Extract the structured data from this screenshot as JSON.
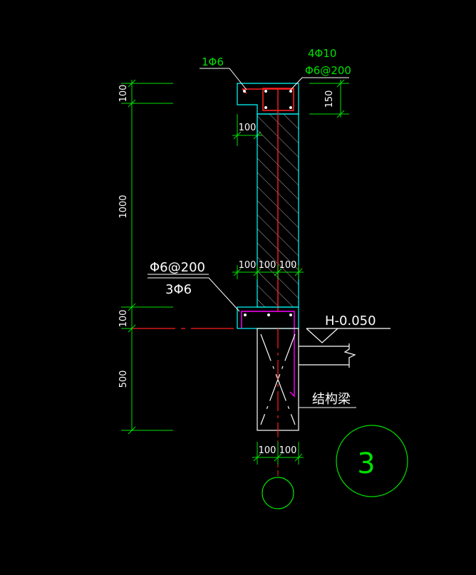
{
  "rebar_notes": {
    "top_left": "1Φ6",
    "top_right_main": "4Φ10",
    "top_right_stirrup": "Φ6@200",
    "bottom_stirrup": "Φ6@200",
    "bottom_main": "3Φ6"
  },
  "dimensions": {
    "left_top": "100",
    "left_wall": "1000",
    "left_mid": "100",
    "left_bottom": "500",
    "cap_height": "150",
    "cap_offset": "100",
    "mid_width_1": "100",
    "mid_width_2": "100",
    "mid_width_3": "100",
    "bottom_width_1": "100",
    "bottom_width_2": "100"
  },
  "labels": {
    "elevation": "H-0.050",
    "structural_beam": "结构梁",
    "detail_number": "3"
  },
  "colors": {
    "background": "#000000",
    "green": "#00e000",
    "cyan": "#00ffff",
    "red": "#ff2020",
    "magenta": "#ff00ff",
    "white": "#ffffff",
    "hatch": "#e0e0e0"
  }
}
